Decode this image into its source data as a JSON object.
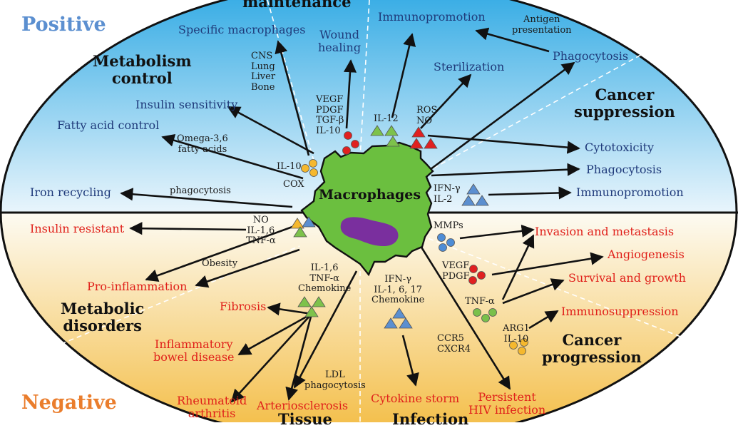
{
  "corner": {
    "positive": "Positive",
    "negative": "Negative"
  },
  "center": {
    "label": "Macrophages"
  },
  "categories": {
    "maintenance": "maintenance",
    "metabolism_control": "Metabolism\ncontrol",
    "cancer_suppression": "Cancer\nsuppression",
    "metabolic_disorders": "Metabolic\ndisorders",
    "cancer_progression": "Cancer\nprogression",
    "tissue": "Tissue",
    "infection": "Infection"
  },
  "outcomes_positive": {
    "specific_macrophages": "Specific macrophages",
    "wound_healing": "Wound\nhealing",
    "immunopromotion_top": "Immunopromotion",
    "sterilization": "Sterilization",
    "phagocytosis_top": "Phagocytosis",
    "insulin_sensitivity": "Insulin sensitivity",
    "fatty_acid_control": "Fatty acid control",
    "iron_recycling": "Iron recycling",
    "cytotoxicity": "Cytotoxicity",
    "phagocytosis_mid": "Phagocytosis",
    "immunopromotion_mid": "Immunopromotion"
  },
  "outcomes_negative": {
    "insulin_resistant": "Insulin resistant",
    "pro_inflammation": "Pro-inflammation",
    "fibrosis": "Fibrosis",
    "ibd": "Inflammatory\nbowel disease",
    "rheumatoid": "Rheumatoid\narthritis",
    "arteriosclerosis": "Arteriosclerosis",
    "cytokine_storm": "Cytokine storm",
    "hiv": "Persistent\nHIV infection",
    "invasion": "Invasion and metastasis",
    "angiogenesis": "Angiogenesis",
    "survival": "Survival and growth",
    "immunosuppression": "Immunosuppression"
  },
  "mediators": {
    "organs": "CNS\nLung\nLiver\nBone",
    "vegf_group": "VEGF\nPDGF\nTGF-β\nIL-10",
    "antigen": "Antigen\npresentation",
    "il12": "IL-12",
    "ros_no": "ROS\nNO",
    "omega": "Omega-3,6\nfatty acids",
    "il10": "IL-10",
    "cox": "COX",
    "phagocytosis_small": "phagocytosis",
    "ifn_il2": "IFN-γ\nIL-2",
    "no_il_tnf": "NO\nIL-1,6\nTNF-α",
    "obesity": "Obesity",
    "il16_tnf_chemo": "IL-1,6\nTNF-α\nChemokine",
    "ifn_il1617": "IFN-γ\nIL-1, 6, 17\nChemokine",
    "ldl": "LDL\nphagocytosis",
    "ccr5": "CCR5\nCXCR4",
    "mmps": "MMPs",
    "vegf_pdgf": "VEGF\nPDGF",
    "tnf_a": "TNF-α",
    "arg1": "ARG1\nIL-10"
  },
  "colors": {
    "positive_top": "#2aa7e3",
    "positive_bottom": "#e9f5fc",
    "negative_top": "#fdfbf3",
    "negative_bottom": "#f3b93a",
    "cell": "#6bbf3f",
    "nucleus": "#7a2f9e",
    "red_text": "#e0201a",
    "blue_text": "#1f3a7a",
    "triangle_green": "#7dc24b",
    "triangle_red": "#e02020",
    "triangle_blue": "#5b8fd0",
    "circle_red": "#e02020",
    "circle_yellow": "#f5b82e",
    "circle_blue": "#4e8dd6",
    "circle_green": "#79c04b"
  }
}
